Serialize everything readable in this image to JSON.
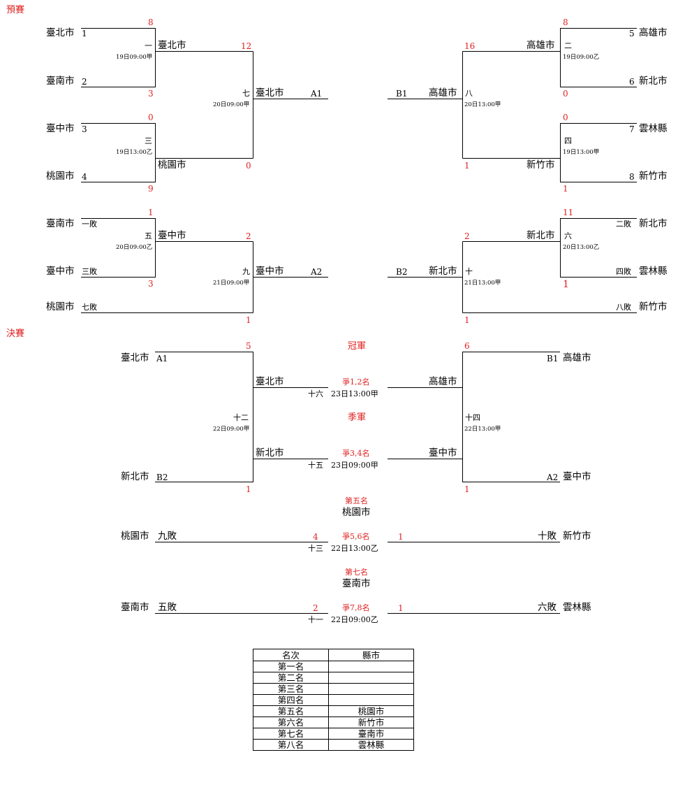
{
  "sections": {
    "prelim": "預賽",
    "final": "決賽"
  },
  "prelim": {
    "g1": {
      "team1": "臺北市",
      "seed1": "1",
      "team2": "臺南市",
      "seed2": "2",
      "score1": "8",
      "score2": "3",
      "code": "一",
      "time": "19日09:00甲",
      "winner": "臺北市"
    },
    "g3": {
      "team1": "臺中市",
      "seed1": "3",
      "team2": "桃園市",
      "seed2": "4",
      "score1": "0",
      "score2": "9",
      "code": "三",
      "time": "19日13:00乙",
      "winner": "桃園市"
    },
    "g7": {
      "score1": "12",
      "score2": "0",
      "code": "七",
      "time": "20日09:00甲",
      "winner": "臺北市",
      "slot": "A1"
    },
    "g5": {
      "team1": "臺南市",
      "src1": "一敗",
      "team2": "臺中市",
      "src2": "三敗",
      "score1": "1",
      "score2": "3",
      "code": "五",
      "time": "20日09:00乙",
      "winner": "臺中市"
    },
    "g9": {
      "team3": "桃園市",
      "src3": "七敗",
      "score1": "2",
      "score2": "1",
      "code": "九",
      "time": "21日09:00甲",
      "winner": "臺中市",
      "slot": "A2"
    },
    "g2": {
      "team1": "高雄市",
      "seed1": "5",
      "team2": "新北市",
      "seed2": "6",
      "score1": "8",
      "score2": "0",
      "code": "二",
      "time": "19日09:00乙",
      "winner": "高雄市"
    },
    "g4": {
      "team1": "雲林縣",
      "seed1": "7",
      "team2": "新竹市",
      "seed2": "8",
      "score1": "0",
      "score2": "1",
      "code": "四",
      "time": "19日13:00甲",
      "winner": "新竹市"
    },
    "g8": {
      "score1": "16",
      "score2": "1",
      "code": "八",
      "time": "20日13:00甲",
      "winner": "高雄市",
      "slot": "B1"
    },
    "g6": {
      "team1": "新北市",
      "src1": "二敗",
      "team2": "雲林縣",
      "src2": "四敗",
      "score1": "11",
      "score2": "1",
      "code": "六",
      "time": "20日13:00乙",
      "winner": "新北市"
    },
    "g10": {
      "team3": "新竹市",
      "src3": "八敗",
      "score1": "2",
      "score2": "1",
      "code": "十",
      "time": "21日13:00甲",
      "winner": "新北市",
      "slot": "B2"
    }
  },
  "final": {
    "champion_label": "冠軍",
    "third_label": "季軍",
    "left_top": {
      "team": "臺北市",
      "slot": "A1",
      "score": "5"
    },
    "left_bottom": {
      "team": "新北市",
      "slot": "B2",
      "score": "1"
    },
    "right_top": {
      "team": "高雄市",
      "slot": "B1",
      "score": "6"
    },
    "right_bottom": {
      "team": "臺中市",
      "slot": "A2",
      "score": "1"
    },
    "g12": {
      "code": "十二",
      "time": "22日09:00甲"
    },
    "g14": {
      "code": "十四",
      "time": "22日13:00甲"
    },
    "g16": {
      "left": "臺北市",
      "right": "高雄市",
      "label": "爭1,2名",
      "code": "十六",
      "time": "23日13:00甲"
    },
    "g15": {
      "left": "新北市",
      "right": "臺中市",
      "label": "爭3,4名",
      "code": "十五",
      "time": "23日09:00甲"
    },
    "fifth": {
      "title": "第五名",
      "winner": "桃園市",
      "left_team": "桃園市",
      "left_src": "九敗",
      "left_score": "4",
      "label": "爭5,6名",
      "right_score": "1",
      "right_src": "十敗",
      "right_team": "新竹市",
      "code": "十三",
      "time": "22日13:00乙"
    },
    "seventh": {
      "title": "第七名",
      "winner": "臺南市",
      "left_team": "臺南市",
      "left_src": "五敗",
      "left_score": "2",
      "label": "爭7,8名",
      "right_score": "1",
      "right_src": "六敗",
      "right_team": "雲林縣",
      "code": "十一",
      "time": "22日09:00乙"
    }
  },
  "ranking": {
    "headers": [
      "名次",
      "縣市"
    ],
    "rows": [
      {
        "rank": "第一名",
        "team": ""
      },
      {
        "rank": "第二名",
        "team": ""
      },
      {
        "rank": "第三名",
        "team": ""
      },
      {
        "rank": "第四名",
        "team": ""
      },
      {
        "rank": "第五名",
        "team": "桃園市"
      },
      {
        "rank": "第六名",
        "team": "新竹市"
      },
      {
        "rank": "第七名",
        "team": "臺南市"
      },
      {
        "rank": "第八名",
        "team": "雲林縣"
      }
    ]
  }
}
